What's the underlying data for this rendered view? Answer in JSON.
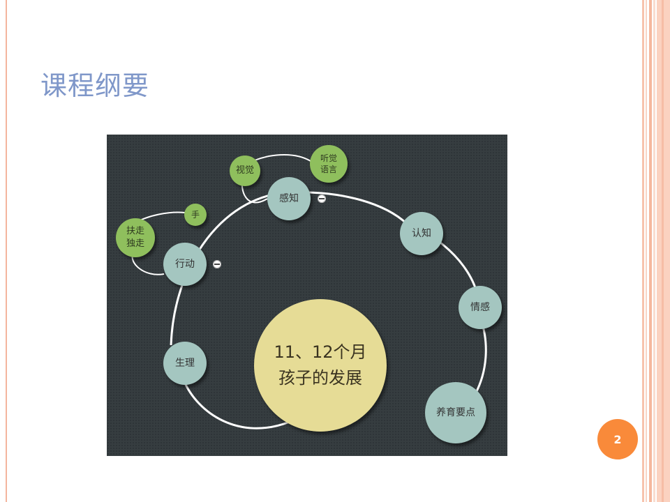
{
  "slide": {
    "title": "课程纲要",
    "page_number": "2"
  },
  "diagram": {
    "center": {
      "line1": "11、12个月",
      "line2": "孩子的发展"
    },
    "main_nodes": [
      {
        "label": "感知"
      },
      {
        "label": "认知"
      },
      {
        "label": "情感"
      },
      {
        "label": "养育要点"
      },
      {
        "label": "生理"
      },
      {
        "label": "行动"
      }
    ],
    "sub_nodes": {
      "perception": [
        {
          "label": "视觉"
        },
        {
          "label": "听觉\n语言"
        }
      ],
      "movement": [
        {
          "label": "手"
        },
        {
          "label": "扶走\n独走"
        }
      ]
    }
  },
  "colors": {
    "panel_bg": "#363d40",
    "main_node": "#a4c6c0",
    "sub_node": "#8fbf5d",
    "center_node": "#e6dc96",
    "title": "#7f97c9",
    "page_badge": "#f98a3a"
  }
}
